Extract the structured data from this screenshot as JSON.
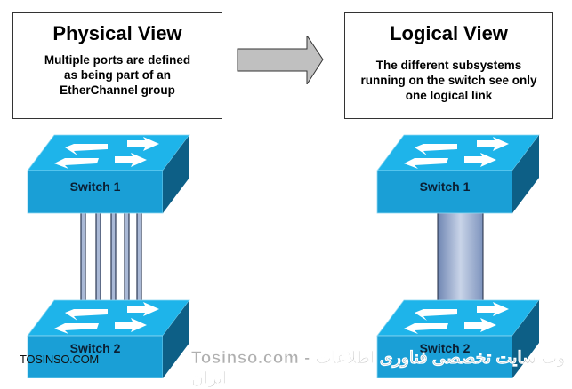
{
  "physical": {
    "title": "Physical View",
    "lines": [
      "Multiple ports are defined",
      "as being part of an",
      "EtherChannel group"
    ]
  },
  "logical": {
    "title": "Logical View",
    "lines": [
      "The different subsystems",
      "running on the switch see only",
      "one logical link"
    ]
  },
  "arrow": {
    "icon": "right-arrow-icon",
    "fill": "#c0c0c0"
  },
  "switches": {
    "left_top": "Switch 1",
    "left_bottom": "Switch 2",
    "right_top": "Switch 1",
    "right_bottom": "Switch 2"
  },
  "links": {
    "physical_count": 5,
    "logical_count": 1
  },
  "colors": {
    "switch_top": "#1eb4ea",
    "switch_front": "#1a9fd6",
    "switch_side": "#0d5f86",
    "link_fill": "#aab9d6"
  },
  "watermark": {
    "left": "TOSINSO.COM",
    "right": "Tosinso.com - وب سایت تخصصی فناوری اطلاعات ایران"
  }
}
